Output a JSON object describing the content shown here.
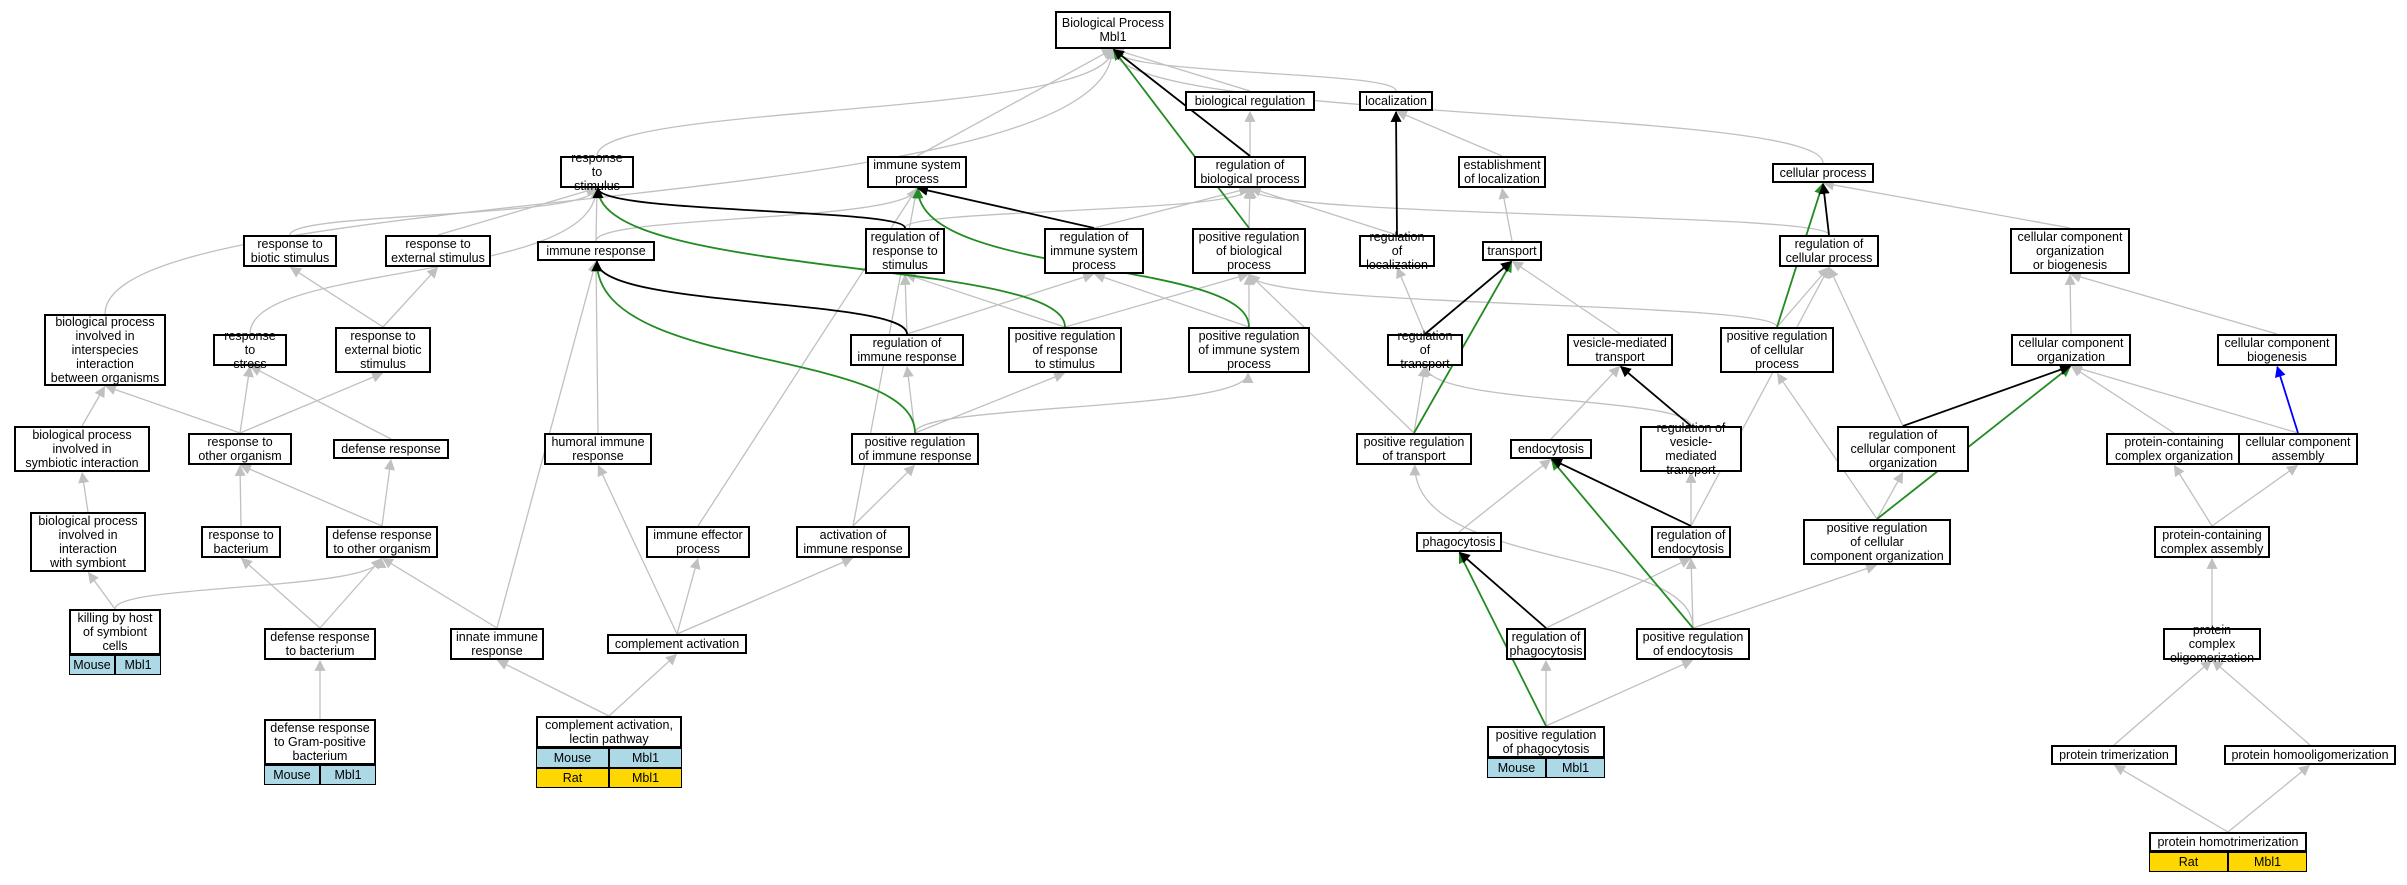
{
  "colors": {
    "gray_edge": "#c0c0c0",
    "black_edge": "#000000",
    "green_edge": "#228b22",
    "blue_edge": "#0000ff",
    "mouse_cell": "#add8e6",
    "rat_cell": "#ffd700"
  },
  "nodes": [
    {
      "id": "bp",
      "label": "Biological Process\nMbl1"
    },
    {
      "id": "bio_reg",
      "label": "biological regulation"
    },
    {
      "id": "localization",
      "label": "localization"
    },
    {
      "id": "resp_stim",
      "label": "response to\nstimulus"
    },
    {
      "id": "immune_sys",
      "label": "immune system\nprocess"
    },
    {
      "id": "reg_bio",
      "label": "regulation of\nbiological process"
    },
    {
      "id": "establish_loc",
      "label": "establishment\nof localization"
    },
    {
      "id": "cellular_process",
      "label": "cellular process"
    },
    {
      "id": "resp_biotic",
      "label": "response to\nbiotic stimulus"
    },
    {
      "id": "resp_external",
      "label": "response to\nexternal stimulus"
    },
    {
      "id": "immune_response",
      "label": "immune response"
    },
    {
      "id": "reg_resp_stim",
      "label": "regulation of\nresponse to\nstimulus"
    },
    {
      "id": "reg_immune_sys",
      "label": "regulation of\nimmune system\nprocess"
    },
    {
      "id": "pos_reg_bio",
      "label": "positive regulation\nof biological\nprocess"
    },
    {
      "id": "reg_loc",
      "label": "regulation of\nlocalization"
    },
    {
      "id": "transport",
      "label": "transport"
    },
    {
      "id": "reg_cell_proc",
      "label": "regulation of\ncellular process"
    },
    {
      "id": "ccob",
      "label": "cellular component\norganization\nor biogenesis"
    },
    {
      "id": "bp_interspecies",
      "label": "biological process\ninvolved in\ninterspecies\ninteraction\nbetween organisms"
    },
    {
      "id": "resp_stress",
      "label": "response to\nstress"
    },
    {
      "id": "resp_ext_biotic",
      "label": "response to\nexternal biotic\nstimulus"
    },
    {
      "id": "reg_immune_resp",
      "label": "regulation of\nimmune response"
    },
    {
      "id": "pos_reg_resp_stim",
      "label": "positive regulation\nof response\nto stimulus"
    },
    {
      "id": "pos_reg_immune_sys",
      "label": "positive regulation\nof immune system\nprocess"
    },
    {
      "id": "reg_transport",
      "label": "regulation of\ntransport"
    },
    {
      "id": "vesicle_transport",
      "label": "vesicle-mediated\ntransport"
    },
    {
      "id": "pos_reg_cell_proc",
      "label": "positive regulation\nof cellular\nprocess"
    },
    {
      "id": "cc_org",
      "label": "cellular component\norganization"
    },
    {
      "id": "cc_biogenesis",
      "label": "cellular component\nbiogenesis"
    },
    {
      "id": "bp_symbiotic",
      "label": "biological process\ninvolved in\nsymbiotic interaction"
    },
    {
      "id": "resp_other_org",
      "label": "response to\nother organism"
    },
    {
      "id": "defense_resp",
      "label": "defense response"
    },
    {
      "id": "humoral",
      "label": "humoral immune\nresponse"
    },
    {
      "id": "pos_reg_immune_resp",
      "label": "positive regulation\nof immune response"
    },
    {
      "id": "pos_reg_transport",
      "label": "positive regulation\nof transport"
    },
    {
      "id": "endocytosis",
      "label": "endocytosis"
    },
    {
      "id": "reg_vesicle",
      "label": "regulation of\nvesicle-mediated\ntransport"
    },
    {
      "id": "reg_cc_org",
      "label": "regulation of\ncellular component\norganization"
    },
    {
      "id": "pc_complex_org",
      "label": "protein-containing\ncomplex organization"
    },
    {
      "id": "cc_assembly",
      "label": "cellular component\nassembly"
    },
    {
      "id": "bp_with_symbiont",
      "label": "biological process\ninvolved in\ninteraction\nwith symbiont"
    },
    {
      "id": "resp_bacterium",
      "label": "response to\nbacterium"
    },
    {
      "id": "defense_other_org",
      "label": "defense response\nto other organism"
    },
    {
      "id": "immune_effector",
      "label": "immune effector\nprocess"
    },
    {
      "id": "activation_immune",
      "label": "activation of\nimmune response"
    },
    {
      "id": "phagocytosis",
      "label": "phagocytosis"
    },
    {
      "id": "reg_endocytosis",
      "label": "regulation of\nendocytosis"
    },
    {
      "id": "pos_reg_cc_org",
      "label": "positive regulation\nof cellular\ncomponent organization"
    },
    {
      "id": "pc_complex_assembly",
      "label": "protein-containing\ncomplex assembly"
    },
    {
      "id": "killing_host",
      "label": "killing by host\nof symbiont\ncells"
    },
    {
      "id": "defense_bacterium",
      "label": "defense response\nto bacterium"
    },
    {
      "id": "innate_immune",
      "label": "innate immune\nresponse"
    },
    {
      "id": "complement_activation",
      "label": "complement activation"
    },
    {
      "id": "reg_phagocytosis",
      "label": "regulation of\nphagocytosis"
    },
    {
      "id": "pos_reg_endocytosis",
      "label": "positive regulation\nof endocytosis"
    },
    {
      "id": "protein_complex_olig",
      "label": "protein complex\noligomerization"
    },
    {
      "id": "defense_gram_pos",
      "label": "defense response\nto Gram-positive\nbacterium"
    },
    {
      "id": "complement_lectin",
      "label": "complement activation,\nlectin pathway"
    },
    {
      "id": "pos_reg_phagocytosis",
      "label": "positive regulation\nof phagocytosis"
    },
    {
      "id": "protein_trimer",
      "label": "protein trimerization"
    },
    {
      "id": "protein_homoolig",
      "label": "protein homooligomerization"
    },
    {
      "id": "protein_homotrimer",
      "label": "protein homotrimerization"
    }
  ],
  "annotations": [
    {
      "node": "killing_host",
      "rows": [
        {
          "species": "Mouse",
          "gene": "Mbl1",
          "color": "#add8e6"
        }
      ]
    },
    {
      "node": "defense_gram_pos",
      "rows": [
        {
          "species": "Mouse",
          "gene": "Mbl1",
          "color": "#add8e6"
        }
      ]
    },
    {
      "node": "complement_lectin",
      "rows": [
        {
          "species": "Mouse",
          "gene": "Mbl1",
          "color": "#add8e6"
        },
        {
          "species": "Rat",
          "gene": "Mbl1",
          "color": "#ffd700"
        }
      ]
    },
    {
      "node": "pos_reg_phagocytosis",
      "rows": [
        {
          "species": "Mouse",
          "gene": "Mbl1",
          "color": "#add8e6"
        }
      ]
    },
    {
      "node": "protein_homotrimer",
      "rows": [
        {
          "species": "Rat",
          "gene": "Mbl1",
          "color": "#ffd700"
        }
      ]
    }
  ],
  "edges": [
    [
      "bio_reg",
      "bp",
      "gray"
    ],
    [
      "localization",
      "bp",
      "gray"
    ],
    [
      "resp_stim",
      "bp",
      "gray"
    ],
    [
      "immune_sys",
      "bp",
      "gray"
    ],
    [
      "reg_bio",
      "bp",
      "black"
    ],
    [
      "cellular_process",
      "bp",
      "gray"
    ],
    [
      "pos_reg_bio",
      "bp",
      "green"
    ],
    [
      "bp_interspecies",
      "bp",
      "gray"
    ],
    [
      "reg_bio",
      "bio_reg",
      "gray"
    ],
    [
      "establish_loc",
      "localization",
      "gray"
    ],
    [
      "reg_loc",
      "localization",
      "black"
    ],
    [
      "resp_biotic",
      "resp_stim",
      "gray"
    ],
    [
      "resp_external",
      "resp_stim",
      "gray"
    ],
    [
      "immune_response",
      "resp_stim",
      "gray"
    ],
    [
      "resp_stress",
      "resp_stim",
      "gray"
    ],
    [
      "reg_resp_stim",
      "resp_stim",
      "black"
    ],
    [
      "pos_reg_resp_stim",
      "resp_stim",
      "green"
    ],
    [
      "immune_response",
      "immune_sys",
      "gray"
    ],
    [
      "reg_immune_sys",
      "immune_sys",
      "black"
    ],
    [
      "pos_reg_immune_sys",
      "immune_sys",
      "green"
    ],
    [
      "immune_effector",
      "immune_sys",
      "gray"
    ],
    [
      "activation_immune",
      "immune_sys",
      "gray"
    ],
    [
      "reg_resp_stim",
      "reg_bio",
      "gray"
    ],
    [
      "reg_immune_sys",
      "reg_bio",
      "gray"
    ],
    [
      "pos_reg_bio",
      "reg_bio",
      "gray"
    ],
    [
      "reg_loc",
      "reg_bio",
      "gray"
    ],
    [
      "reg_cell_proc",
      "reg_bio",
      "gray"
    ],
    [
      "transport",
      "establish_loc",
      "gray"
    ],
    [
      "reg_cell_proc",
      "cellular_process",
      "black"
    ],
    [
      "pos_reg_cell_proc",
      "cellular_process",
      "green"
    ],
    [
      "ccob",
      "cellular_process",
      "gray"
    ],
    [
      "resp_ext_biotic",
      "resp_biotic",
      "gray"
    ],
    [
      "resp_ext_biotic",
      "resp_external",
      "gray"
    ],
    [
      "humoral",
      "immune_response",
      "gray"
    ],
    [
      "innate_immune",
      "immune_response",
      "gray"
    ],
    [
      "reg_immune_resp",
      "immune_response",
      "black"
    ],
    [
      "pos_reg_immune_resp",
      "immune_response",
      "green"
    ],
    [
      "reg_immune_resp",
      "reg_resp_stim",
      "gray"
    ],
    [
      "pos_reg_resp_stim",
      "reg_resp_stim",
      "gray"
    ],
    [
      "reg_immune_resp",
      "reg_immune_sys",
      "gray"
    ],
    [
      "pos_reg_immune_sys",
      "reg_immune_sys",
      "gray"
    ],
    [
      "pos_reg_resp_stim",
      "pos_reg_bio",
      "gray"
    ],
    [
      "pos_reg_immune_sys",
      "pos_reg_bio",
      "gray"
    ],
    [
      "pos_reg_cell_proc",
      "pos_reg_bio",
      "gray"
    ],
    [
      "pos_reg_transport",
      "pos_reg_bio",
      "gray"
    ],
    [
      "reg_transport",
      "reg_loc",
      "gray"
    ],
    [
      "reg_transport",
      "transport",
      "black"
    ],
    [
      "pos_reg_transport",
      "transport",
      "green"
    ],
    [
      "vesicle_transport",
      "transport",
      "gray"
    ],
    [
      "reg_cc_org",
      "reg_cell_proc",
      "gray"
    ],
    [
      "pos_reg_cell_proc",
      "reg_cell_proc",
      "gray"
    ],
    [
      "reg_endocytosis",
      "reg_cell_proc",
      "gray"
    ],
    [
      "cc_org",
      "ccob",
      "gray"
    ],
    [
      "cc_biogenesis",
      "ccob",
      "gray"
    ],
    [
      "bp_symbiotic",
      "bp_interspecies",
      "gray"
    ],
    [
      "resp_other_org",
      "bp_interspecies",
      "gray"
    ],
    [
      "resp_other_org",
      "resp_stress",
      "gray"
    ],
    [
      "defense_resp",
      "resp_stress",
      "gray"
    ],
    [
      "resp_other_org",
      "resp_ext_biotic",
      "gray"
    ],
    [
      "pos_reg_immune_resp",
      "reg_immune_resp",
      "gray"
    ],
    [
      "pos_reg_immune_resp",
      "pos_reg_resp_stim",
      "gray"
    ],
    [
      "pos_reg_immune_resp",
      "pos_reg_immune_sys",
      "gray"
    ],
    [
      "pos_reg_transport",
      "reg_transport",
      "gray"
    ],
    [
      "reg_vesicle",
      "reg_transport",
      "gray"
    ],
    [
      "endocytosis",
      "vesicle_transport",
      "gray"
    ],
    [
      "reg_vesicle",
      "vesicle_transport",
      "black"
    ],
    [
      "pos_reg_cc_org",
      "pos_reg_cell_proc",
      "gray"
    ],
    [
      "reg_cc_org",
      "cc_org",
      "black"
    ],
    [
      "pos_reg_cc_org",
      "cc_org",
      "green"
    ],
    [
      "pc_complex_org",
      "cc_org",
      "gray"
    ],
    [
      "cc_assembly",
      "cc_org",
      "gray"
    ],
    [
      "cc_assembly",
      "cc_biogenesis",
      "blue"
    ],
    [
      "bp_with_symbiont",
      "bp_symbiotic",
      "gray"
    ],
    [
      "resp_bacterium",
      "resp_other_org",
      "gray"
    ],
    [
      "defense_other_org",
      "resp_other_org",
      "gray"
    ],
    [
      "defense_other_org",
      "defense_resp",
      "gray"
    ],
    [
      "complement_activation",
      "humoral",
      "gray"
    ],
    [
      "activation_immune",
      "pos_reg_immune_resp",
      "gray"
    ],
    [
      "phagocytosis",
      "endocytosis",
      "gray"
    ],
    [
      "reg_endocytosis",
      "endocytosis",
      "black"
    ],
    [
      "pos_reg_endocytosis",
      "endocytosis",
      "green"
    ],
    [
      "reg_endocytosis",
      "reg_vesicle",
      "gray"
    ],
    [
      "pos_reg_cc_org",
      "reg_cc_org",
      "gray"
    ],
    [
      "pc_complex_assembly",
      "pc_complex_org",
      "gray"
    ],
    [
      "pc_complex_assembly",
      "cc_assembly",
      "gray"
    ],
    [
      "killing_host",
      "bp_with_symbiont",
      "gray"
    ],
    [
      "killing_host",
      "defense_other_org",
      "gray"
    ],
    [
      "defense_bacterium",
      "resp_bacterium",
      "gray"
    ],
    [
      "defense_bacterium",
      "defense_other_org",
      "gray"
    ],
    [
      "innate_immune",
      "defense_other_org",
      "gray"
    ],
    [
      "complement_activation",
      "immune_effector",
      "gray"
    ],
    [
      "complement_activation",
      "activation_immune",
      "gray"
    ],
    [
      "reg_phagocytosis",
      "phagocytosis",
      "black"
    ],
    [
      "pos_reg_phagocytosis",
      "phagocytosis",
      "green"
    ],
    [
      "reg_phagocytosis",
      "reg_endocytosis",
      "gray"
    ],
    [
      "pos_reg_endocytosis",
      "reg_endocytosis",
      "gray"
    ],
    [
      "pos_reg_endocytosis",
      "pos_reg_cc_org",
      "gray"
    ],
    [
      "pos_reg_endocytosis",
      "pos_reg_transport",
      "gray"
    ],
    [
      "protein_complex_olig",
      "pc_complex_assembly",
      "gray"
    ],
    [
      "defense_gram_pos",
      "defense_bacterium",
      "gray"
    ],
    [
      "complement_lectin",
      "complement_activation",
      "gray"
    ],
    [
      "complement_lectin",
      "innate_immune",
      "gray"
    ],
    [
      "pos_reg_phagocytosis",
      "reg_phagocytosis",
      "gray"
    ],
    [
      "pos_reg_phagocytosis",
      "pos_reg_endocytosis",
      "gray"
    ],
    [
      "protein_trimer",
      "protein_complex_olig",
      "gray"
    ],
    [
      "protein_homoolig",
      "protein_complex_olig",
      "gray"
    ],
    [
      "protein_homotrimer",
      "protein_trimer",
      "gray"
    ],
    [
      "protein_homotrimer",
      "protein_homoolig",
      "gray"
    ]
  ]
}
